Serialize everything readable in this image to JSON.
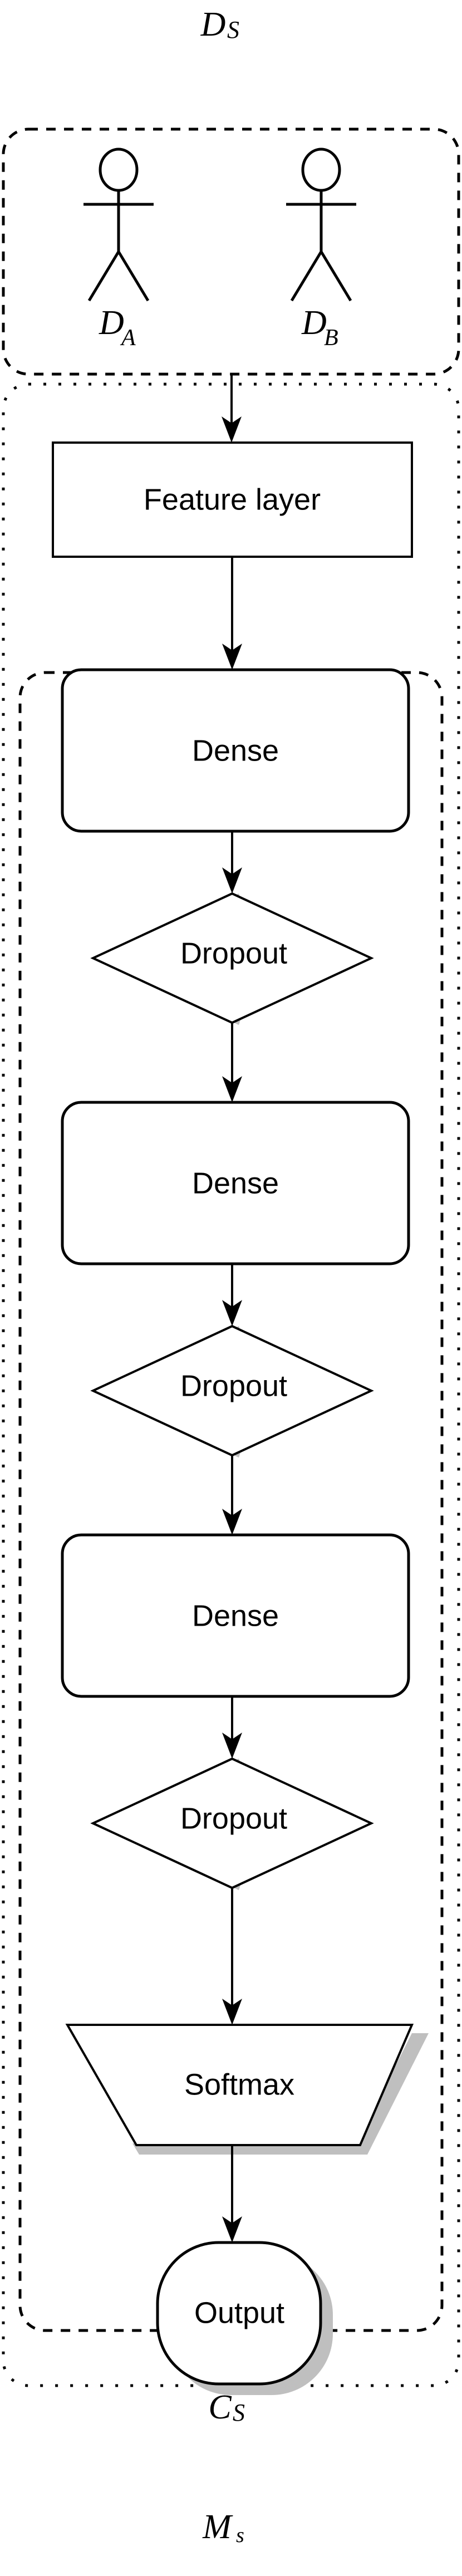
{
  "diagram": {
    "title_top": "D",
    "groups": [
      {
        "id": "source-data",
        "name": "D",
        "subscript": "S",
        "border": "dashed",
        "label_position": "above"
      },
      {
        "id": "classifier",
        "name": "C",
        "subscript": "S",
        "border": "dashed",
        "label_position": "below"
      },
      {
        "id": "model",
        "name": "M",
        "subscript": "s",
        "border": "dotted",
        "label_position": "below"
      }
    ],
    "actors": [
      {
        "id": "actor-a",
        "name": "D",
        "subscript": "A",
        "icon": "stick-figure-icon"
      },
      {
        "id": "actor-b",
        "name": "D",
        "subscript": "B",
        "icon": "stick-figure-icon"
      }
    ],
    "nodes": [
      {
        "id": "feature-layer",
        "label": "Feature layer",
        "shape": "rectangle",
        "shadow": false
      },
      {
        "id": "dense-1",
        "label": "Dense",
        "shape": "rounded-rectangle",
        "shadow": false
      },
      {
        "id": "dropout-1",
        "label": "Dropout",
        "shape": "diamond",
        "shadow": true
      },
      {
        "id": "dense-2",
        "label": "Dense",
        "shape": "rounded-rectangle",
        "shadow": false
      },
      {
        "id": "dropout-2",
        "label": "Dropout",
        "shape": "diamond",
        "shadow": true
      },
      {
        "id": "dense-3",
        "label": "Dense",
        "shape": "rounded-rectangle",
        "shadow": false
      },
      {
        "id": "dropout-3",
        "label": "Dropout",
        "shape": "diamond",
        "shadow": true
      },
      {
        "id": "softmax",
        "label": "Softmax",
        "shape": "trapezoid",
        "shadow": true
      },
      {
        "id": "output",
        "label": "Output",
        "shape": "stadium",
        "shadow": true
      }
    ],
    "edges": [
      {
        "from": "source-data",
        "to": "feature-layer",
        "arrow": true
      },
      {
        "from": "feature-layer",
        "to": "dense-1",
        "arrow": true
      },
      {
        "from": "dense-1",
        "to": "dropout-1",
        "arrow": true
      },
      {
        "from": "dropout-1",
        "to": "dense-2",
        "arrow": true
      },
      {
        "from": "dense-2",
        "to": "dropout-2",
        "arrow": true
      },
      {
        "from": "dropout-2",
        "to": "dense-3",
        "arrow": true
      },
      {
        "from": "dense-3",
        "to": "dropout-3",
        "arrow": true
      },
      {
        "from": "dropout-3",
        "to": "softmax",
        "arrow": true
      },
      {
        "from": "softmax",
        "to": "output",
        "arrow": true
      }
    ],
    "colors": {
      "stroke": "#000000",
      "fill": "#ffffff",
      "shadow": "#bfbfbf",
      "background": "#ffffff"
    }
  }
}
